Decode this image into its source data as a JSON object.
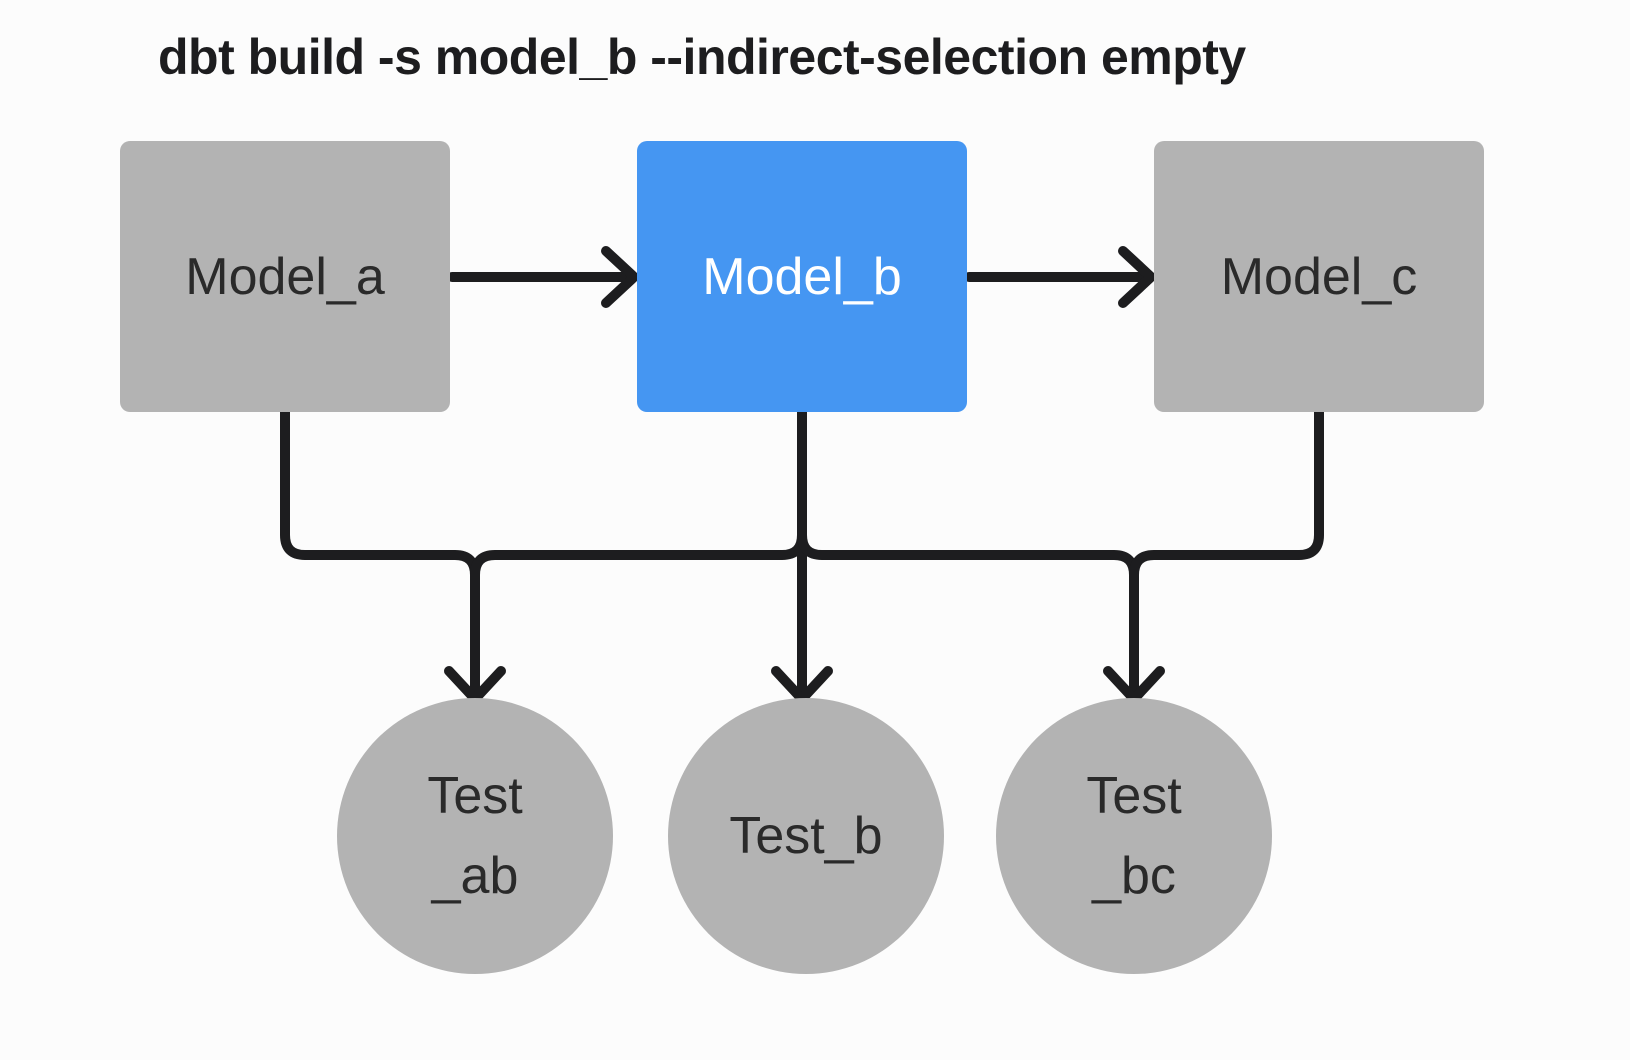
{
  "title": "dbt build -s model_b --indirect-selection empty",
  "colors": {
    "background": "#fcfcfc",
    "node_gray": "#b3b3b3",
    "node_selected_blue": "#4596f2",
    "edge_black": "#1d1d1f",
    "label_dark": "#2a2a2a",
    "label_light": "#ffffff",
    "title_text": "#1d1d1f"
  },
  "diagram": {
    "models": [
      {
        "id": "model_a",
        "label": "Model_a",
        "selected": false
      },
      {
        "id": "model_b",
        "label": "Model_b",
        "selected": true
      },
      {
        "id": "model_c",
        "label": "Model_c",
        "selected": false
      }
    ],
    "tests": [
      {
        "id": "test_ab",
        "lines": [
          "Test",
          "_ab"
        ]
      },
      {
        "id": "test_b",
        "lines": [
          "Test_b"
        ]
      },
      {
        "id": "test_bc",
        "lines": [
          "Test",
          "_bc"
        ]
      }
    ],
    "edges": [
      {
        "from": "model_a",
        "to": "model_b"
      },
      {
        "from": "model_b",
        "to": "model_c"
      },
      {
        "from": "model_a",
        "to": "test_ab"
      },
      {
        "from": "model_b",
        "to": "test_ab"
      },
      {
        "from": "model_b",
        "to": "test_b"
      },
      {
        "from": "model_b",
        "to": "test_bc"
      },
      {
        "from": "model_c",
        "to": "test_bc"
      }
    ]
  }
}
